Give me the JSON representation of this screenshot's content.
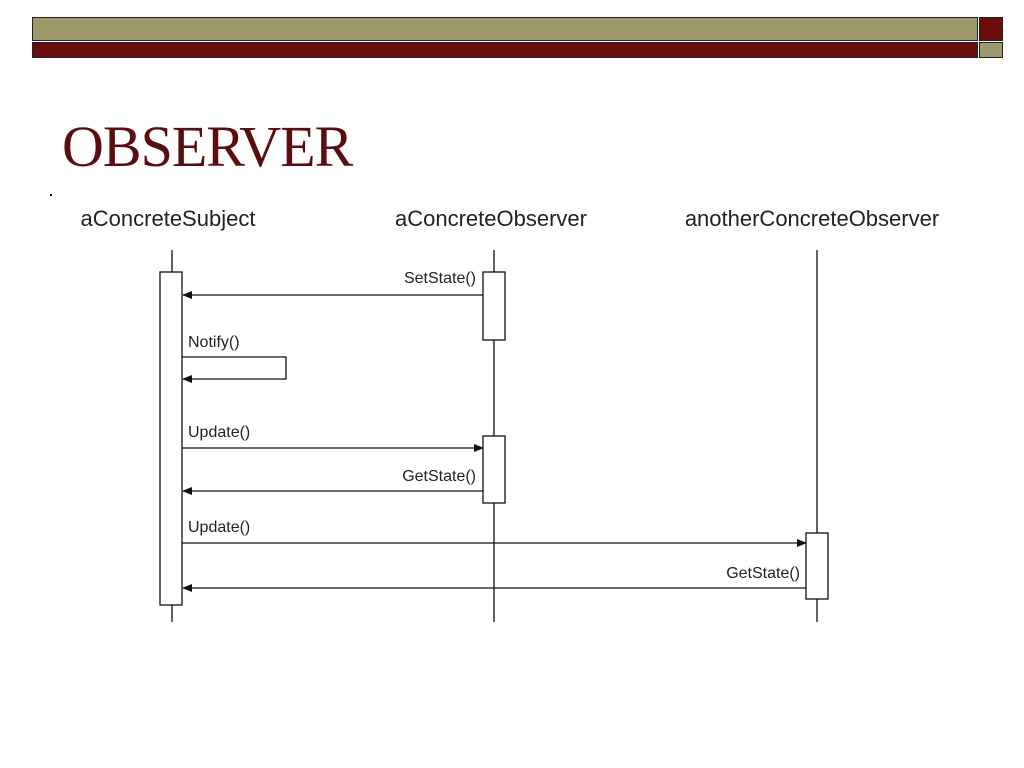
{
  "slide": {
    "title": "OBSERVER"
  },
  "colors": {
    "olive": "#9c9a6a",
    "dark_red": "#6b0c0c",
    "title_color": "#5a0d10",
    "line": "#111111"
  },
  "diagram": {
    "objects": {
      "subject": "aConcreteSubject",
      "observer": "aConcreteObserver",
      "another": "anotherConcreteObserver"
    },
    "messages": {
      "set_state": "SetState()",
      "notify": "Notify()",
      "update_1": "Update()",
      "get_state_1": "GetState()",
      "update_2": "Update()",
      "get_state_2": "GetState()"
    }
  }
}
